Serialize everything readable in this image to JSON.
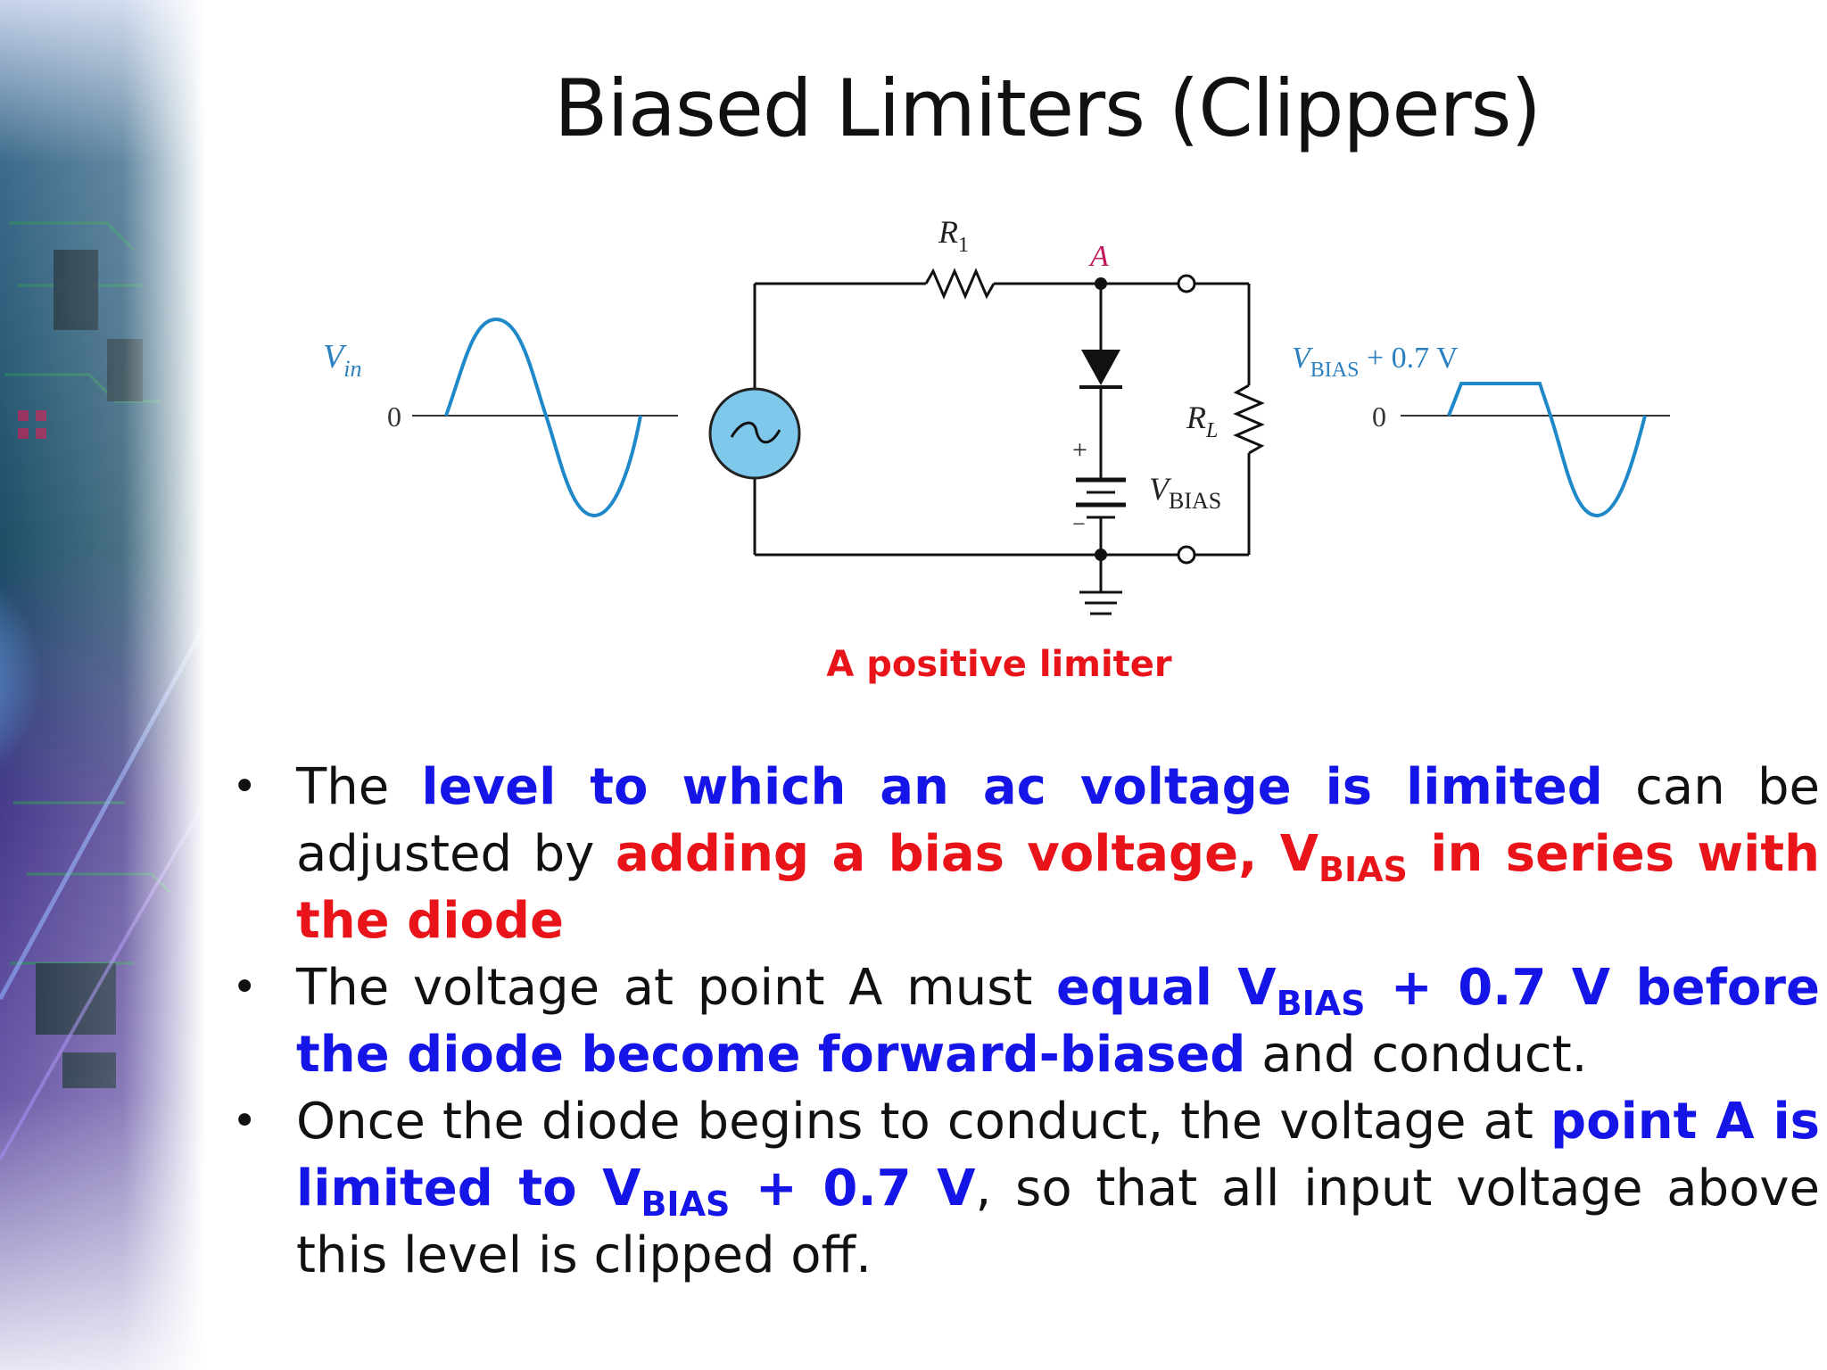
{
  "title": "Biased Limiters (Clippers)",
  "diagram": {
    "input_label_v": "V",
    "input_label_sub": "in",
    "input_zero": "0",
    "r1_label": "R",
    "r1_sub": "1",
    "node_label": "A",
    "rl_label": "R",
    "rl_sub": "L",
    "battery_plus": "+",
    "battery_minus": "−",
    "vbias_label": "V",
    "vbias_sub": "BIAS",
    "output_label_v": "V",
    "output_label_sub": "BIAS",
    "output_label_rest": " + 0.7 V",
    "output_zero": "0",
    "caption": "A positive limiter",
    "colors": {
      "wave": "#1e88c8",
      "node_label": "#c0185a",
      "source_fill": "#7ec8ec",
      "wire": "#111111"
    }
  },
  "bullets": [
    {
      "b1": "The ",
      "b2": "level to which an ac voltage is limited",
      "b3": " can be adjusted by ",
      "b4": "adding a bias voltage, V",
      "b5": "BIAS",
      "b6": " in series with the diode"
    },
    {
      "b1": "The voltage at point A must ",
      "b2": "equal V",
      "b3": "BIAS",
      "b4": " + 0.7 V before the diode become forward-biased",
      "b5": " and conduct."
    },
    {
      "b1": "Once the diode begins to conduct, the voltage at ",
      "b2": "point A is limited to V",
      "b3": "BIAS",
      "b4": " + 0.7 V",
      "b5": ", so that all input voltage above this level is clipped off."
    }
  ],
  "bullet_symbol": "•"
}
